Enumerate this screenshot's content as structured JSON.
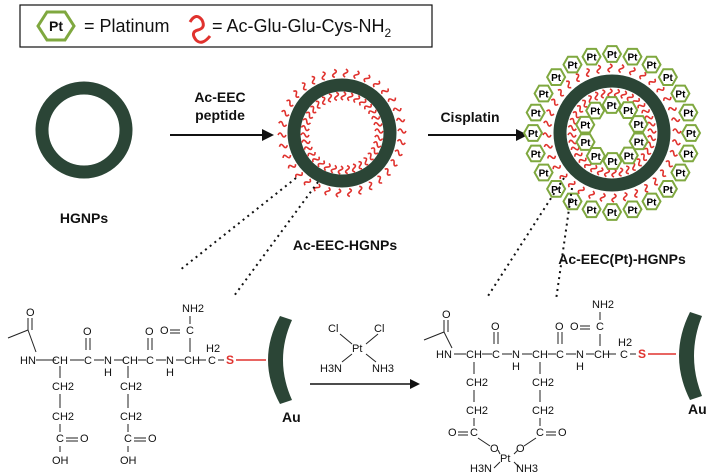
{
  "legend": {
    "pt_symbol": "Pt",
    "platinum_text": "= Platinum",
    "peptide_text": "= Ac-Glu-Glu-Cys-NH",
    "peptide_sub": "2"
  },
  "steps": {
    "hgnp_label": "HGNPs",
    "arrow1_line1": "Ac-EEC",
    "arrow1_line2": "peptide",
    "eec_label": "Ac-EEC-HGNPs",
    "arrow2_label": "Cisplatin",
    "pt_label": "Ac-EEC(Pt)-HGNPs"
  },
  "chemistry": {
    "au_label": "Au",
    "sulfur": "S",
    "cl": "Cl",
    "pt": "Pt",
    "h3n": "H3N",
    "nh3": "NH3",
    "nh2": "NH2",
    "ch2": "CH2",
    "h2": "H2",
    "o": "O",
    "oh": "OH",
    "hn": "HN",
    "n": "N",
    "c": "C",
    "ch": "CH",
    "h": "H"
  },
  "colors": {
    "shell": "#2b4536",
    "peptide": "#e0322e",
    "pt_hex": "#7fa83f"
  }
}
